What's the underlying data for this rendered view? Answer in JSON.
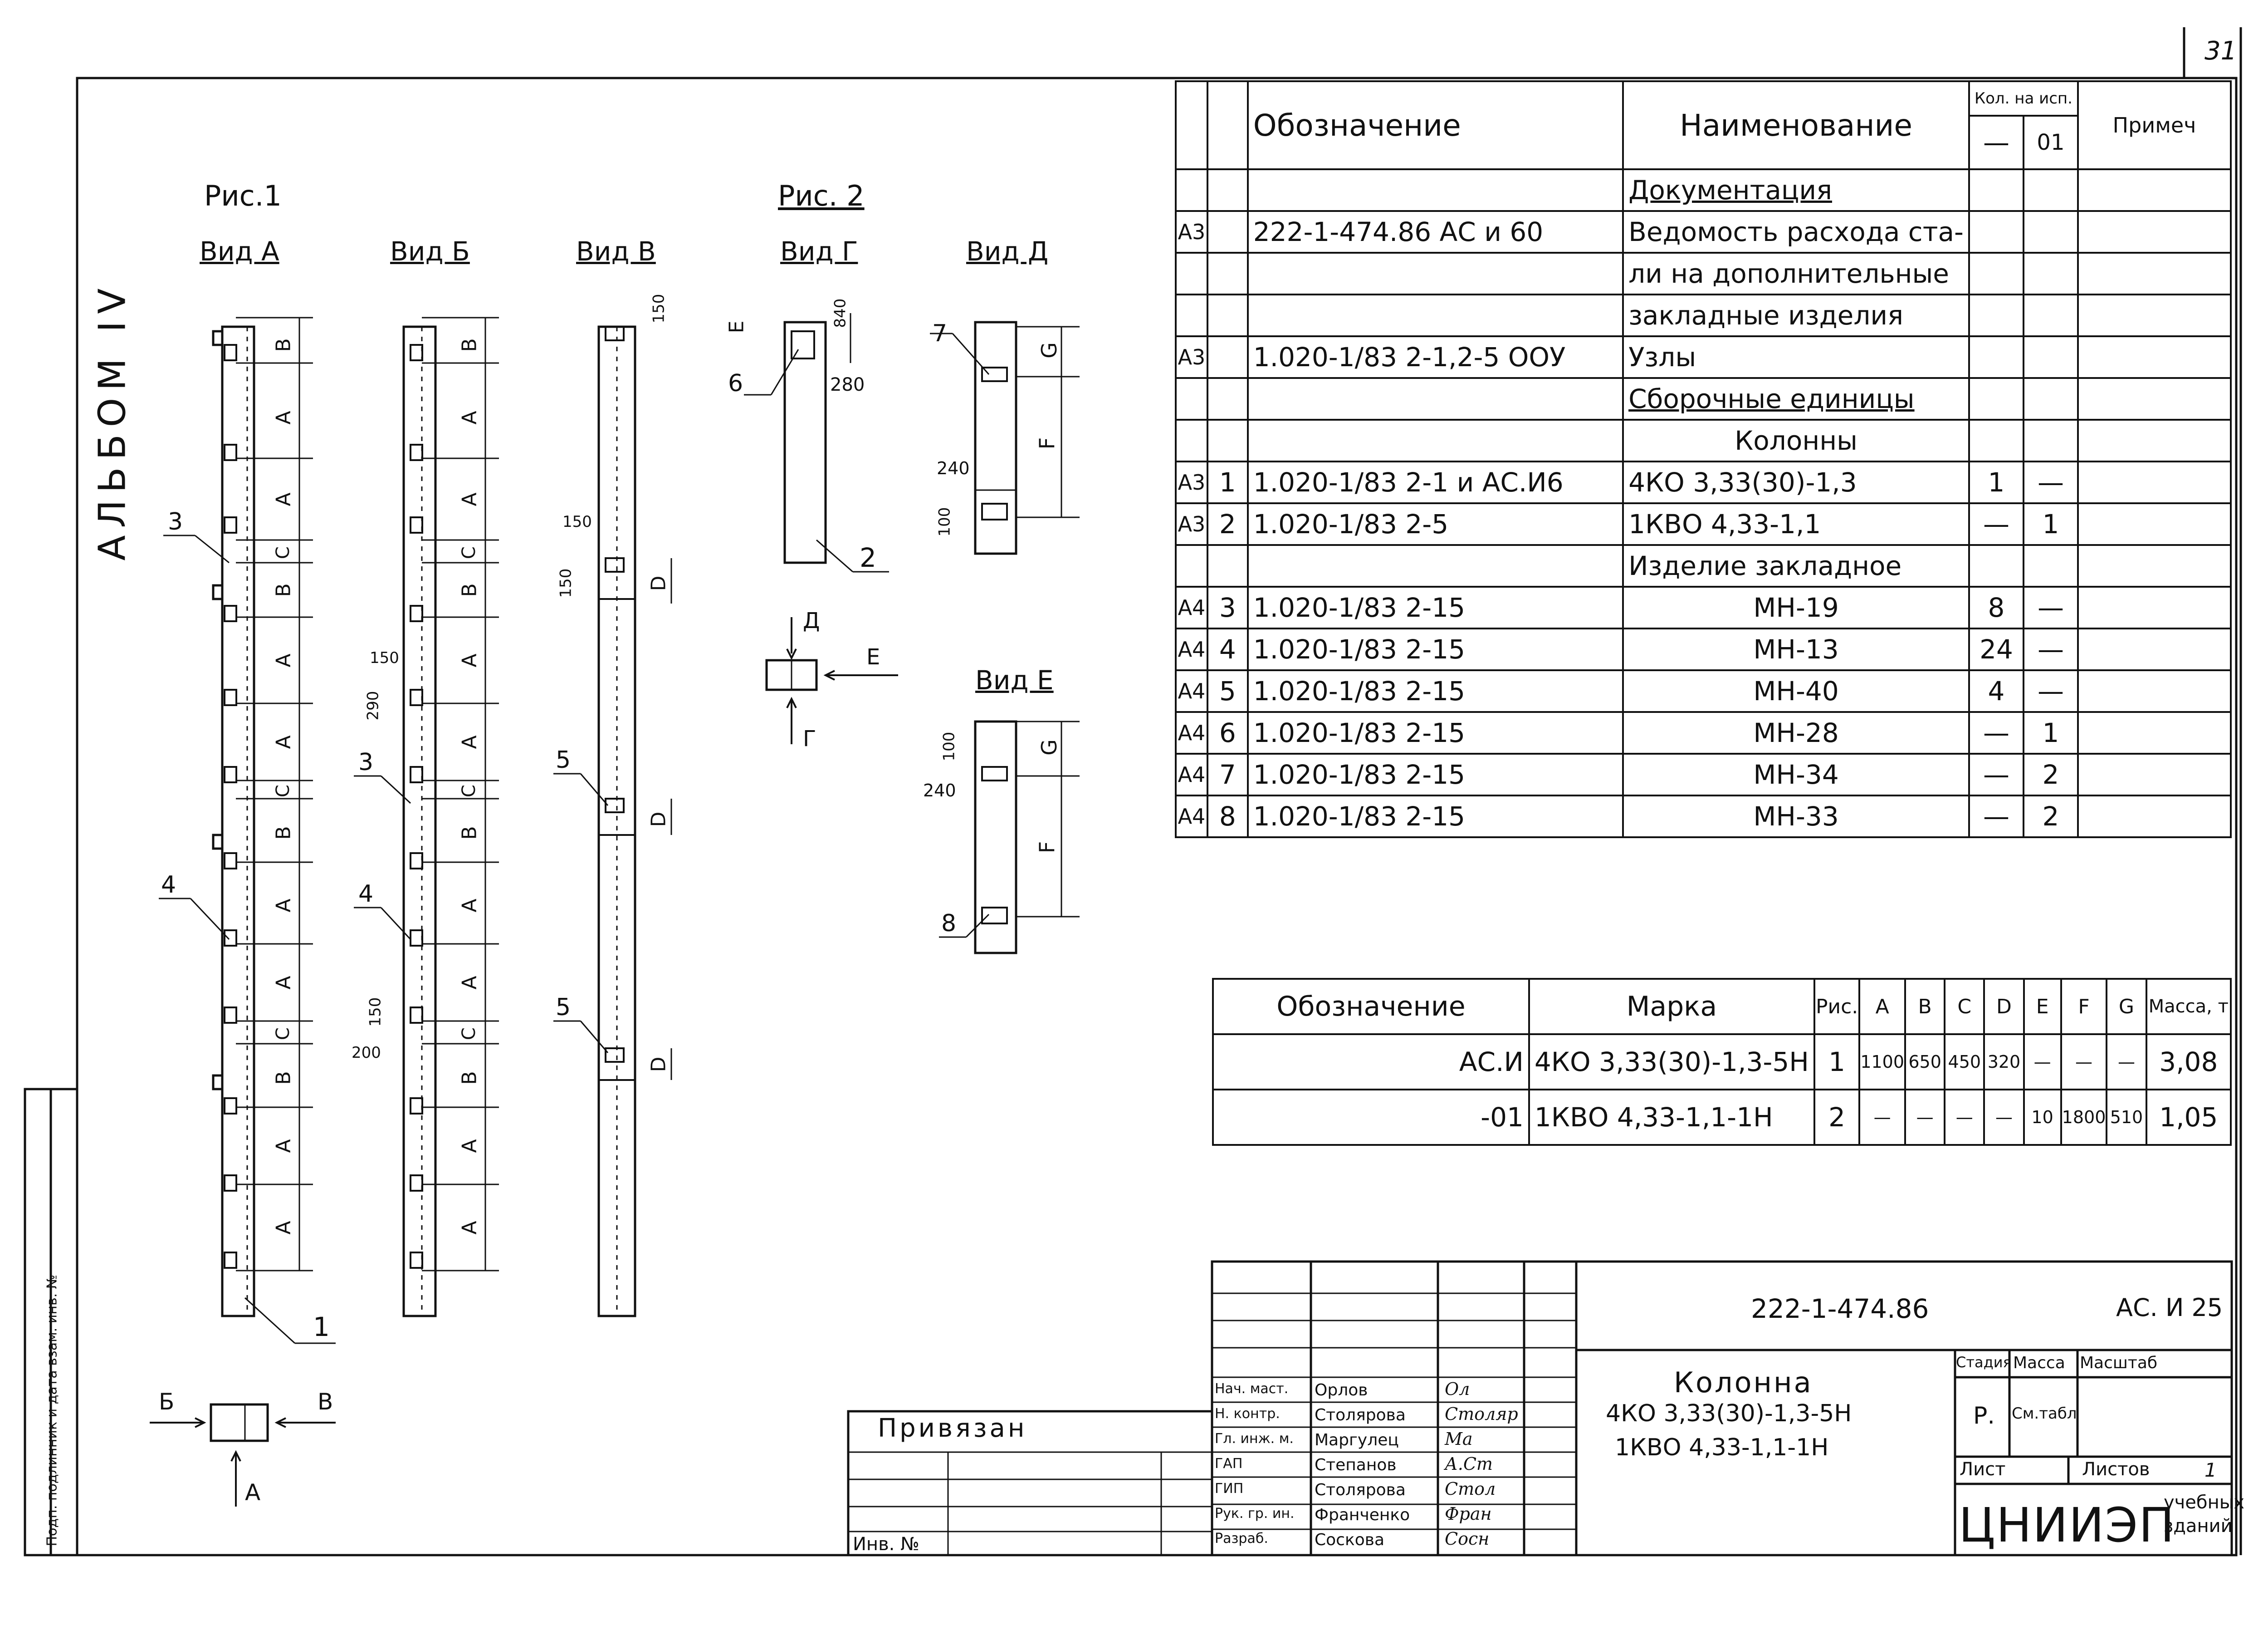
{
  "page": {
    "sheet_number": "31",
    "album_label": "АЛЬБОМ IV",
    "side_stamp": "Подп. подлинник и дата взам. инв. №"
  },
  "figures": {
    "fig1": "Рис.1",
    "fig2": "Рис. 2",
    "view_a": "Вид А",
    "view_b": "Вид Б",
    "view_v": "Вид В",
    "view_g": "Вид Г",
    "view_d": "Вид Д",
    "view_e": "Вид Е",
    "dims": {
      "d150": "150",
      "d840": "840",
      "d280": "280",
      "d240": "240",
      "d100": "100",
      "d290": "290",
      "d200": "200"
    },
    "letters": {
      "A": "А",
      "B": "В",
      "C": "С",
      "D": "D",
      "E": "Е",
      "F": "F",
      "G": "G",
      "Bb": "Б",
      "Gg": "Г",
      "Dd": "Д"
    },
    "callouts": {
      "c1": "1",
      "c2": "2",
      "c3": "3",
      "c4": "4",
      "c5": "5",
      "c6": "6",
      "c7": "7",
      "c8": "8"
    }
  },
  "spec_table": {
    "headers": {
      "designation": "Обозначение",
      "name": "Наименование",
      "qty": "Кол. на исп.",
      "qty_dash": "—",
      "qty_01": "01",
      "note": "Примеч"
    },
    "rows": [
      {
        "fmt": "",
        "pos": "",
        "designation": "",
        "name": "Документация",
        "q1": "",
        "q2": "",
        "style": "ul"
      },
      {
        "fmt": "А3",
        "pos": "",
        "designation": "222-1-474.86          АС и 60",
        "name": "Ведомость расхода ста-",
        "q1": "",
        "q2": "",
        "style": ""
      },
      {
        "fmt": "",
        "pos": "",
        "designation": "",
        "name": "ли на дополнительные",
        "q1": "",
        "q2": "",
        "style": ""
      },
      {
        "fmt": "",
        "pos": "",
        "designation": "",
        "name": "закладные изделия",
        "q1": "",
        "q2": "",
        "style": ""
      },
      {
        "fmt": "А3",
        "pos": "",
        "designation": "1.020-1/83   2-1,2-5 ООУ",
        "name": "Узлы",
        "q1": "",
        "q2": "",
        "style": ""
      },
      {
        "fmt": "",
        "pos": "",
        "designation": "",
        "name": "Сборочные единицы",
        "q1": "",
        "q2": "",
        "style": "ul"
      },
      {
        "fmt": "",
        "pos": "",
        "designation": "",
        "name": "Колонны",
        "q1": "",
        "q2": "",
        "style": "ctr"
      },
      {
        "fmt": "А3",
        "pos": "1",
        "designation": "1.020-1/83  2-1   и АС.И6",
        "name": "4КО 3,33(30)-1,3",
        "q1": "1",
        "q2": "—",
        "style": ""
      },
      {
        "fmt": "А3",
        "pos": "2",
        "designation": "1.020-1/83  2-5",
        "name": "1КВО 4,33-1,1",
        "q1": "—",
        "q2": "1",
        "style": ""
      },
      {
        "fmt": "",
        "pos": "",
        "designation": "",
        "name": "Изделие закладное",
        "q1": "",
        "q2": "",
        "style": ""
      },
      {
        "fmt": "А4",
        "pos": "3",
        "designation": "1.020-1/83     2-15",
        "name": "МН-19",
        "q1": "8",
        "q2": "—",
        "style": "ctr"
      },
      {
        "fmt": "А4",
        "pos": "4",
        "designation": "1.020-1/83     2-15",
        "name": "МН-13",
        "q1": "24",
        "q2": "—",
        "style": "ctr"
      },
      {
        "fmt": "А4",
        "pos": "5",
        "designation": "1.020-1/83     2-15",
        "name": "МН-40",
        "q1": "4",
        "q2": "—",
        "style": "ctr"
      },
      {
        "fmt": "А4",
        "pos": "6",
        "designation": "1.020-1/83     2-15",
        "name": "МН-28",
        "q1": "—",
        "q2": "1",
        "style": "ctr"
      },
      {
        "fmt": "А4",
        "pos": "7",
        "designation": "1.020-1/83     2-15",
        "name": "МН-34",
        "q1": "—",
        "q2": "2",
        "style": "ctr"
      },
      {
        "fmt": "А4",
        "pos": "8",
        "designation": "1.020-1/83     2-15",
        "name": "МН-33",
        "q1": "—",
        "q2": "2",
        "style": "ctr"
      }
    ]
  },
  "marks_table": {
    "headers": [
      "Обозначение",
      "Марка",
      "Рис.",
      "A",
      "B",
      "C",
      "D",
      "E",
      "F",
      "G",
      "Масса, т"
    ],
    "rows": [
      [
        "АС.И",
        "4КО 3,33(30)-1,3-5Н",
        "1",
        "1100",
        "650",
        "450",
        "320",
        "—",
        "—",
        "—",
        "3,08"
      ],
      [
        "-01",
        "1КВО 4,33-1,1-1Н",
        "2",
        "—",
        "—",
        "—",
        "—",
        "10",
        "1800",
        "510",
        "1,05"
      ]
    ]
  },
  "title_block": {
    "doc_code": "222-1-474.86",
    "sheet_code": "АС. И 25",
    "title_line1": "Колонна",
    "title_line2": "4КО 3,33(30)-1,3-5Н",
    "title_line3": "1КВО 4,33-1,1-1Н",
    "stage_label": "Стадия",
    "mass_label": "Масса",
    "scale_label": "Масштаб",
    "stage_value": "Р.",
    "mass_value": "См.табл",
    "sheet_label": "Лист",
    "sheets_label": "Листов",
    "sheets_value": "1",
    "org_name": "ЦНИИЭП",
    "org_sub": "учебных зданий",
    "linked": "Привязан",
    "inv_label": "Инв. №",
    "signers": [
      {
        "role": "Нач. маст.",
        "name": "Орлов"
      },
      {
        "role": "Н. контр.",
        "name": "Столярова"
      },
      {
        "role": "Гл. инж. м.",
        "name": "Маргулец"
      },
      {
        "role": "ГАП",
        "name": "Степанов"
      },
      {
        "role": "ГИП",
        "name": "Столярова"
      },
      {
        "role": "Рук. гр. ин.",
        "name": "Франченко"
      },
      {
        "role": "Разраб.",
        "name": "Соскова"
      }
    ],
    "signatures": [
      "Ол",
      "Столяр",
      "Ма",
      "А.Ст",
      "Стол",
      "Фран",
      "Сосн"
    ]
  }
}
